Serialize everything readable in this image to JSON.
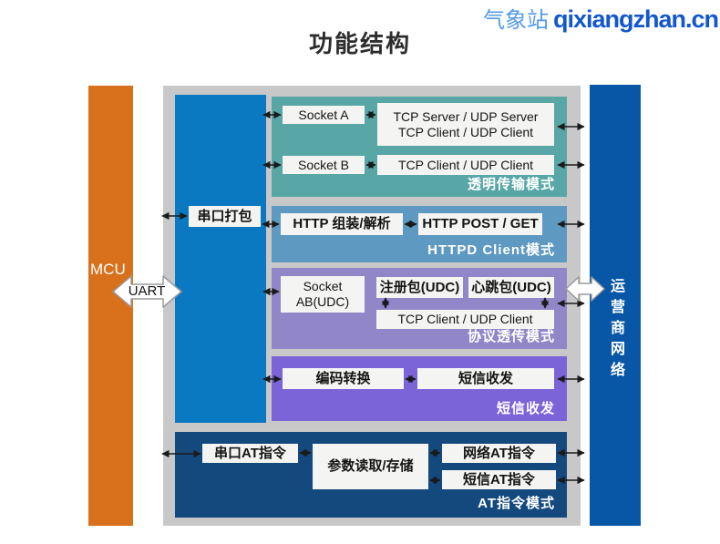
{
  "title": "功能结构",
  "watermark": {
    "prefix": "气象站",
    "domain": "qixiangzhan.cn"
  },
  "mcu": {
    "label": "MCU"
  },
  "uart": {
    "label": "UART"
  },
  "operator_bar": {
    "label": "运营商网络"
  },
  "serial_pack": {
    "label": "串口打包"
  },
  "sections": {
    "transparent": {
      "mode_label": "透明传输模式",
      "socket_a": "Socket A",
      "socket_a_target_line1": "TCP Server / UDP Server",
      "socket_a_target_line2": "TCP Client / UDP Client",
      "socket_b": "Socket B",
      "socket_b_target": "TCP Client / UDP Client"
    },
    "httpd": {
      "mode_label": "HTTPD Client模式",
      "assemble": "HTTP 组装/解析",
      "post_get": "HTTP POST / GET"
    },
    "protocol": {
      "mode_label": "协议透传模式",
      "socket_ab_line1": "Socket",
      "socket_ab_line2": "AB(UDC)",
      "register_pkt": "注册包(UDC)",
      "heartbeat_pkt": "心跳包(UDC)",
      "client": "TCP Client / UDP Client"
    },
    "sms": {
      "mode_label": "短信收发",
      "encode": "编码转换",
      "send_receive": "短信收发"
    },
    "at": {
      "mode_label": "AT指令模式",
      "serial_at": "串口AT指令",
      "param_store": "参数读取/存储",
      "network_at": "网络AT指令",
      "sms_at": "短信AT指令"
    }
  },
  "colors": {
    "mcu_bar": "#d8701c",
    "mcu_uart_column": "#0b79c1",
    "operator_bar": "#0857a6",
    "frame_gray": "#c8c8c8",
    "transparent_section": "#58a7a6",
    "httpd_section": "#5d99c0",
    "protocol_section": "#9186c8",
    "sms_section": "#7b63d8",
    "at_section": "#14497e",
    "watermark_prefix": "#549be8",
    "watermark_domain": "#1257cd"
  }
}
